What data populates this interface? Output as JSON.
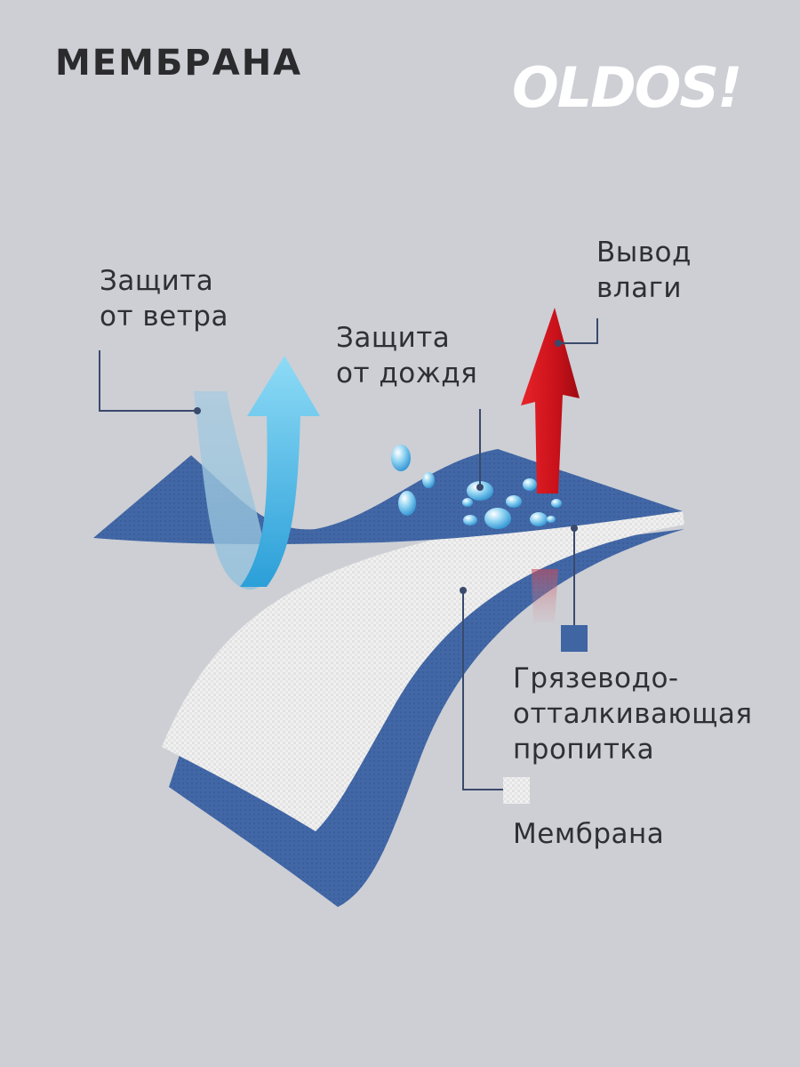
{
  "header": {
    "title": "МЕМБРАНА",
    "brand": "OLDOS!"
  },
  "labels": {
    "wind": [
      "Защита",
      "от ветра"
    ],
    "rain": [
      "Защита",
      "от дождя"
    ],
    "moisture": [
      "Вывод",
      "влаги"
    ],
    "repellent": [
      "Грязеводо-",
      "отталкивающая",
      "пропитка"
    ],
    "membrane": [
      "Мембрана"
    ]
  },
  "colors": {
    "background": "#cdcfd4",
    "fabric_blue": "#3f65a3",
    "membrane_white": "#f1f1f1",
    "wind_arrow": "#62c6ee",
    "moisture_arrow": "#d4121a",
    "callout_line": "#3a4a6c"
  }
}
